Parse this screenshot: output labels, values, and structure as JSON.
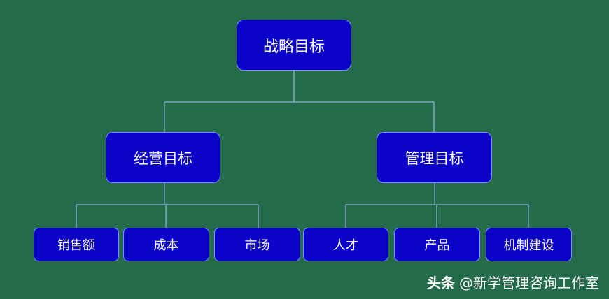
{
  "root": {
    "label": "战略目标"
  },
  "branches": [
    {
      "label": "经营目标",
      "children": [
        "销售额",
        "成本",
        "市场"
      ]
    },
    {
      "label": "管理目标",
      "children": [
        "人才",
        "产品",
        "机制建设"
      ]
    }
  ],
  "watermark": {
    "brand": "头条",
    "account": "@新学管理咨询工作室"
  },
  "colors": {
    "background": "#236b4a",
    "node_fill": "#0a00c8",
    "node_border": "#7d8cff",
    "connector": "#8fb3d9",
    "text": "#ffffff"
  }
}
